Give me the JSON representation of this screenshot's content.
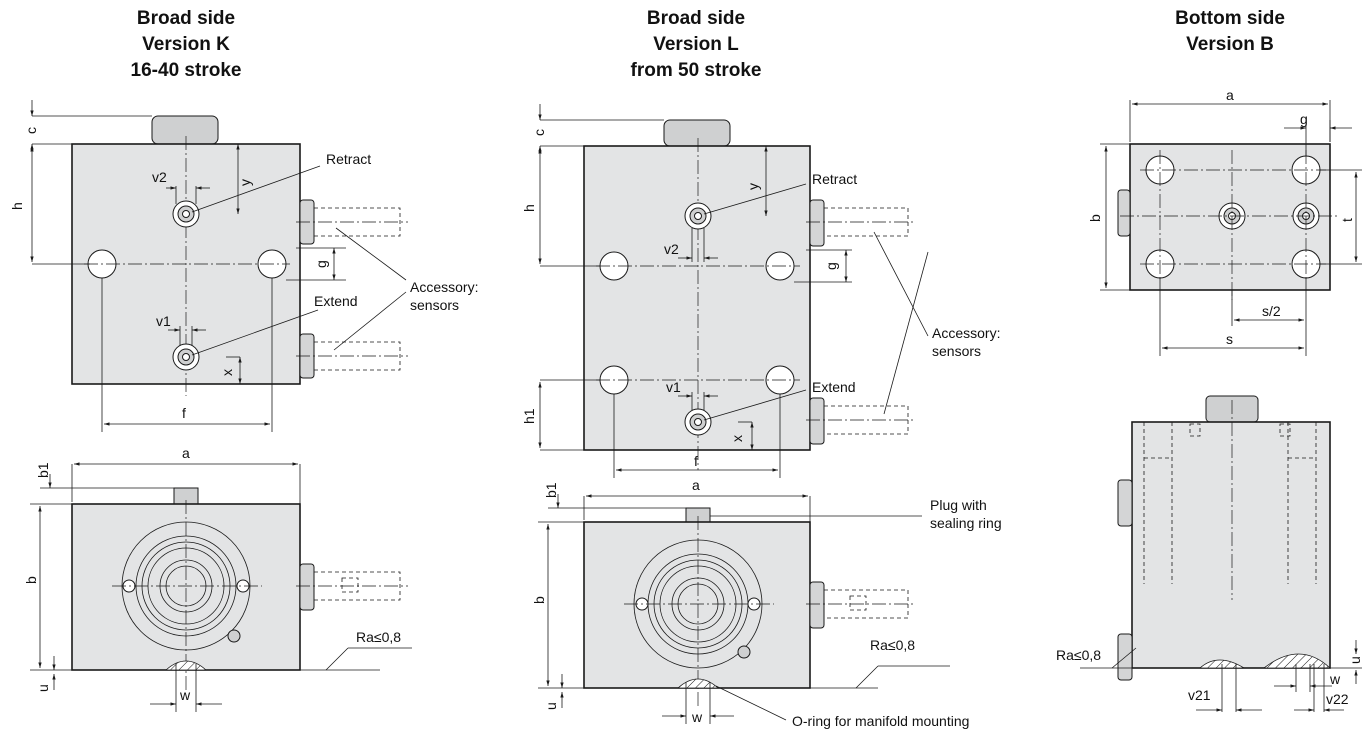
{
  "headings": {
    "k": [
      "Broad side",
      "Version K",
      "16-40 stroke"
    ],
    "l": [
      "Broad side",
      "Version L",
      "from 50 stroke"
    ],
    "b": [
      "Bottom side",
      "Version B"
    ]
  },
  "labels": {
    "a": "a",
    "b": "b",
    "b1": "b1",
    "c": "c",
    "f": "f",
    "g": "g",
    "h": "h",
    "h1": "h1",
    "s": "s",
    "s_half": "s/2",
    "t": "t",
    "u": "u",
    "v1": "v1",
    "v2": "v2",
    "v21": "v21",
    "v22": "v22",
    "w": "w",
    "x": "x",
    "y": "y"
  },
  "callouts": {
    "retract": "Retract",
    "extend": "Extend",
    "accessory_line1": "Accessory:",
    "accessory_line2": "sensors",
    "plug_line1": "Plug with",
    "plug_line2": "sealing ring",
    "oring": "O-ring for manifold mounting",
    "roughness": "Ra≤0,8"
  }
}
